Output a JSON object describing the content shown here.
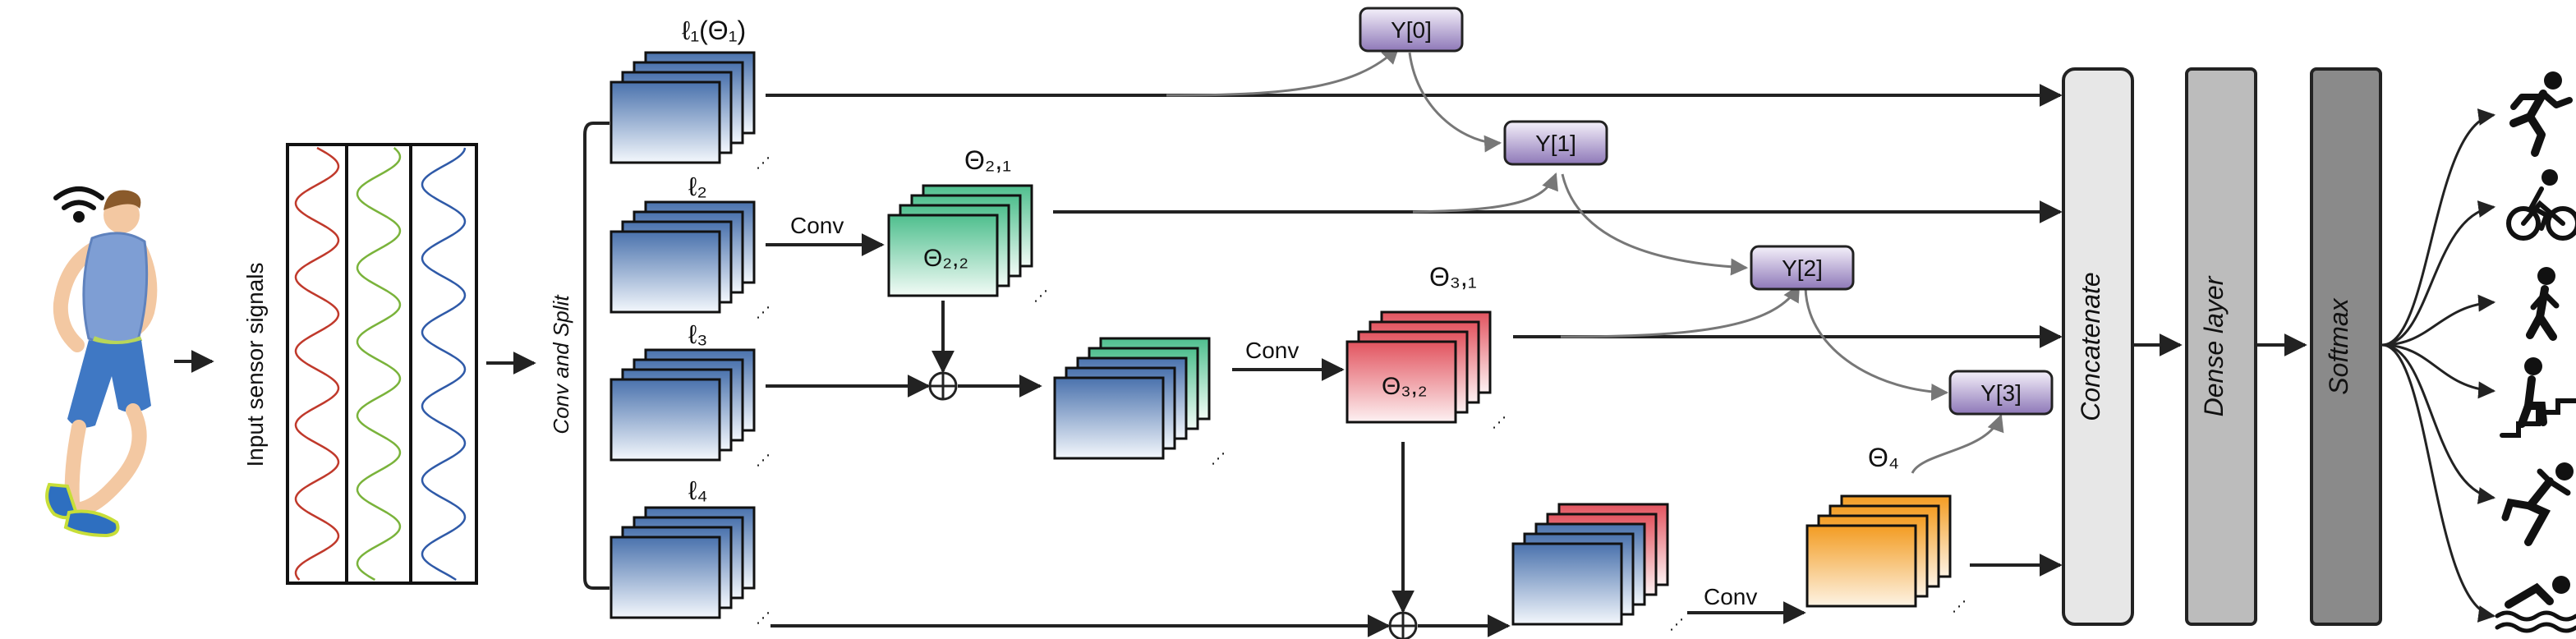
{
  "colors": {
    "blue": "#4a72ad",
    "green": "#5cc59a",
    "red": "#e06068",
    "orange": "#f2a130",
    "purple": "#9b88c0",
    "arrow": "#222222",
    "curve": "#777777",
    "concat_fill": "#e7e7e7",
    "dense_fill": "#bcbcbc",
    "softmax_fill": "#8a8a8a"
  },
  "input": {
    "label": "Input sensor signals",
    "signal_colors": [
      "#c0392b",
      "#7ab33b",
      "#2f5aa8"
    ]
  },
  "conv_split": {
    "label": "Conv and Split"
  },
  "groups": {
    "l1": {
      "label": "ℓ₁(Θ₁)"
    },
    "l2": {
      "label": "ℓ₂"
    },
    "l3": {
      "label": "ℓ₃"
    },
    "l4": {
      "label": "ℓ₄"
    }
  },
  "theta": {
    "t21": "Θ₂,₁",
    "t22": "Θ₂,₂",
    "t31": "Θ₃,₁",
    "t32": "Θ₃,₂",
    "t4": "Θ₄"
  },
  "conv_labels": {
    "conv1": "Conv",
    "conv2": "Conv",
    "conv3": "Conv"
  },
  "outputs": {
    "y0": "Y[0]",
    "y1": "Y[1]",
    "y2": "Y[2]",
    "y3": "Y[3]"
  },
  "layers": {
    "concatenate": "Concatenate",
    "dense": "Dense layer",
    "softmax": "Softmax"
  },
  "activities": [
    "running-icon",
    "cycling-icon",
    "walking-icon",
    "stairs-icon",
    "jumping-icon",
    "swimming-icon"
  ]
}
